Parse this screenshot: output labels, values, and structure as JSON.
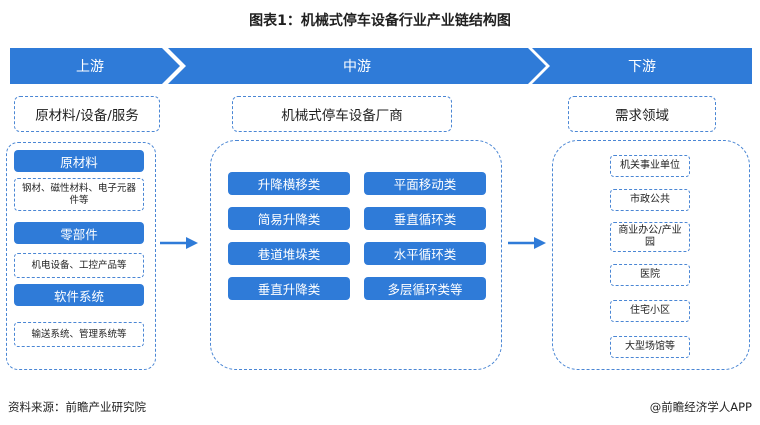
{
  "title": "图表1：机械式停车设备行业产业链结构图",
  "stages": {
    "upstream": "上游",
    "midstream": "中游",
    "downstream": "下游"
  },
  "upstream": {
    "header": "原材料/设备/服务",
    "groups": [
      {
        "label": "原材料",
        "detail": "钢材、磁性材料、电子元器件等"
      },
      {
        "label": "零部件",
        "detail": "机电设备、工控产品等"
      },
      {
        "label": "软件系统",
        "detail": "输送系统、管理系统等"
      }
    ]
  },
  "midstream": {
    "header": "机械式停车设备厂商",
    "items": [
      "升降横移类",
      "平面移动类",
      "简易升降类",
      "垂直循环类",
      "巷道堆垛类",
      "水平循环类",
      "垂直升降类",
      "多层循环类等"
    ]
  },
  "downstream": {
    "header": "需求领域",
    "items": [
      "机关事业单位",
      "市政公共",
      "商业办公/产业园",
      "医院",
      "住宅小区",
      "大型场馆等"
    ]
  },
  "footer": {
    "source": "资料来源：前瞻产业研究院",
    "brand": "@前瞻经济学人APP"
  },
  "colors": {
    "accent": "#2f7bd8",
    "dashed_border": "#4a86d4"
  }
}
